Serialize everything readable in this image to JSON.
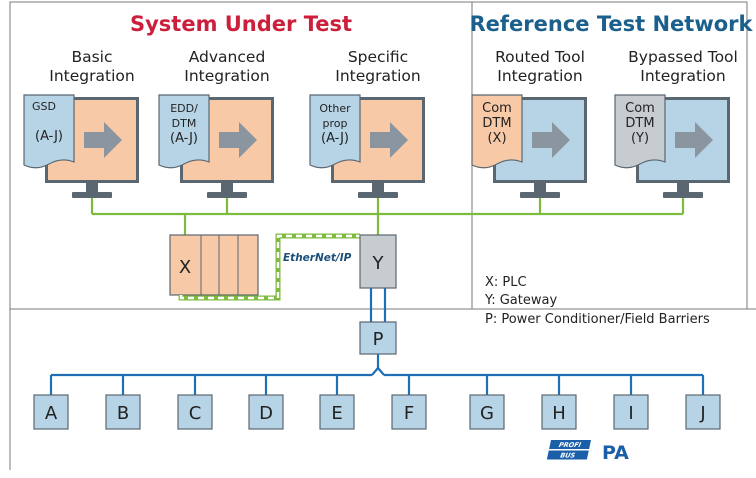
{
  "sections": {
    "system_under_test": "System Under Test",
    "reference_network": "Reference Test Network"
  },
  "workstations": [
    {
      "title_lines": [
        "Basic",
        "Integration"
      ],
      "doc_lines": [
        "GSD",
        "(A-J)"
      ],
      "doc_color": "#b6d4e6",
      "screen_color": "#f8c9a6"
    },
    {
      "title_lines": [
        "Advanced",
        "Integration"
      ],
      "doc_lines": [
        "EDD/",
        "DTM",
        "(A-J)"
      ],
      "doc_color": "#b6d4e6",
      "screen_color": "#f8c9a6"
    },
    {
      "title_lines": [
        "Specific",
        "Integration"
      ],
      "doc_lines": [
        "Other",
        "prop",
        "(A-J)"
      ],
      "doc_color": "#b6d4e6",
      "screen_color": "#f8c9a6"
    },
    {
      "title_lines": [
        "Routed Tool",
        "Integration"
      ],
      "doc_lines": [
        "Com",
        "DTM",
        "(X)"
      ],
      "doc_color": "#f8c9a6",
      "screen_color": "#b6d4e6"
    },
    {
      "title_lines": [
        "Bypassed Tool",
        "Integration"
      ],
      "doc_lines": [
        "Com",
        "DTM",
        "(Y)"
      ],
      "doc_color": "#c7ccd1",
      "screen_color": "#b6d4e6"
    }
  ],
  "nodes": {
    "plc": "X",
    "gateway": "Y",
    "power": "P"
  },
  "ethernet_ip_label": "EtherNet/IP",
  "legend": [
    "X: PLC",
    "Y: Gateway",
    "P: Power Conditioner/Field Barriers"
  ],
  "field_devices": [
    "A",
    "B",
    "C",
    "D",
    "E",
    "F",
    "G",
    "H",
    "I",
    "J"
  ],
  "profibus": {
    "logo_top": "PROFI",
    "logo_bottom": "BUS",
    "label": "PA"
  },
  "colors": {
    "green_line": "#7dbb3f",
    "blue_line": "#1f6fb5",
    "node_blue": "#b6d4e6",
    "plc_orange": "#f8c9a6",
    "monitor_stand": "#5a6670",
    "title_red": "#cc1f3b",
    "title_blue": "#1b5f8c"
  }
}
